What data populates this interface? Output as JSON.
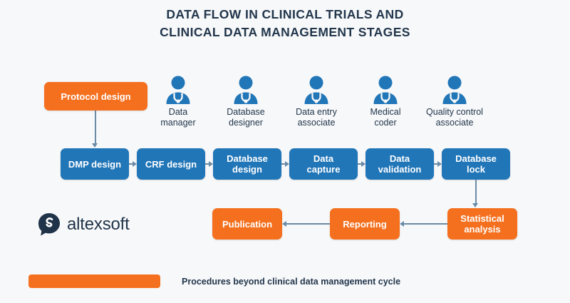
{
  "title": {
    "line1": "DATA FLOW IN CLINICAL TRIALS AND",
    "line2": "CLINICAL DATA MANAGEMENT STAGES"
  },
  "colors": {
    "background": "#f7f8f9",
    "blue_box": "#2176b8",
    "orange_box": "#f4701f",
    "connector": "#6b8ba6",
    "title_text": "#22364c",
    "logo": "#1f3349",
    "icon": "#2176b8"
  },
  "roles": [
    {
      "icon": "person-stethoscope-icon",
      "line1": "Data",
      "line2": "manager"
    },
    {
      "icon": "person-stethoscope-icon",
      "line1": "Database",
      "line2": "designer"
    },
    {
      "icon": "person-stethoscope-icon",
      "line1": "Data entry",
      "line2": "associate"
    },
    {
      "icon": "person-stethoscope-icon",
      "line1": "Medical",
      "line2": "coder"
    },
    {
      "icon": "person-stethoscope-icon",
      "line1": "Quality control",
      "line2": "associate"
    }
  ],
  "protocol": {
    "label": "Protocol design"
  },
  "stages": [
    {
      "line1": "DMP design",
      "line2": ""
    },
    {
      "line1": "CRF design",
      "line2": ""
    },
    {
      "line1": "Database",
      "line2": "design"
    },
    {
      "line1": "Data",
      "line2": "capture"
    },
    {
      "line1": "Data",
      "line2": "validation"
    },
    {
      "line1": "Database",
      "line2": "lock"
    }
  ],
  "outputs": [
    {
      "line1": "Publication",
      "line2": ""
    },
    {
      "line1": "Reporting",
      "line2": ""
    },
    {
      "line1": "Statistical",
      "line2": "analysis"
    }
  ],
  "logo": {
    "wordmark": "altexsoft"
  },
  "legend": {
    "text": "Procedures beyond clinical data management cycle"
  }
}
